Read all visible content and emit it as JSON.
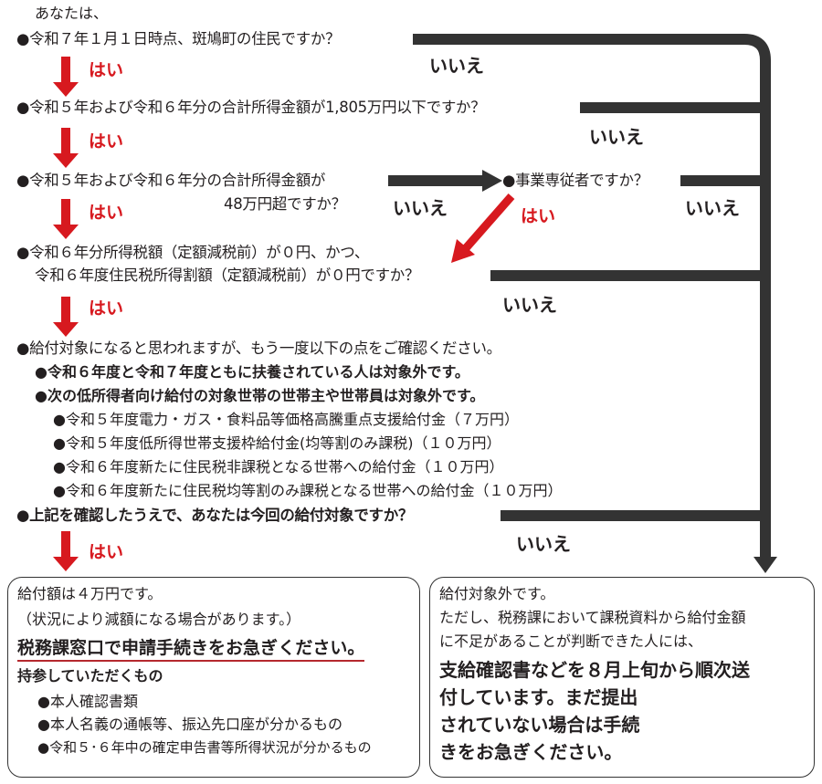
{
  "intro": "あなたは、",
  "questions": {
    "q1": "●令和７年１月１日時点、斑鳩町の住民ですか？",
    "q2": "●令和５年および令和６年分の合計所得金額が1,805万円以下ですか？",
    "q3_line1": "●令和５年および令和６年分の合計所得金額が",
    "q3_line2": "48万円超ですか？",
    "q3b": "●事業専従者ですか？",
    "q4_line1": "●令和６年分所得税額（定額減税前）が０円、かつ、",
    "q4_line2": "令和６年度住民税所得割額（定額減税前）が０円ですか？",
    "q5": "●給付対象になると思われますが、もう一度以下の点をご確認ください。",
    "q5_points": [
      "●令和６年度と令和７年度ともに扶養されている人は対象外です。",
      "●次の低所得者向け給付の対象世帯の世帯主や世帯員は対象外です。"
    ],
    "q5_subpoints": [
      "●令和５年度電力・ガス・食料品等価格高騰重点支援給付金（７万円）",
      "●令和５年度低所得世帯支援枠給付金(均等割のみ課税)（１０万円）",
      "●令和６年度新たに住民税非課税となる世帯への給付金（１０万円）",
      "●令和６年度新たに住民税均等割のみ課税となる世帯への給付金（１０万円）"
    ],
    "q6": "●上記を確認したうえで、あなたは今回の給付対象ですか？"
  },
  "labels": {
    "yes": "はい",
    "no": "いいえ"
  },
  "result_yes": {
    "line1": "給付額は４万円です。",
    "line2": "（状況により減額になる場合があります。）",
    "emphasis": "税務課窓口で申請手続きをお急ぎください。",
    "bring_title": "持参していただくもの",
    "bring_items": [
      "●本人確認書類",
      "●本人名義の通帳等、振込先口座が分かるもの",
      "●令和５･６年中の確定申告書等所得状況が分かるもの"
    ]
  },
  "result_no": {
    "line1": "給付対象外です。",
    "line2": "ただし、税務課において課税資料から給付金額",
    "line3": "に不足があることが判断できた人には、",
    "bold_lines": [
      "支給確認書などを８月上旬から順次送",
      "付しています。まだ提出",
      "されていない場合は手続",
      "きをお急ぎください。"
    ]
  },
  "colors": {
    "yes_arrow": "#d7191f",
    "no_line": "#333333",
    "underline": "#b5282e"
  }
}
